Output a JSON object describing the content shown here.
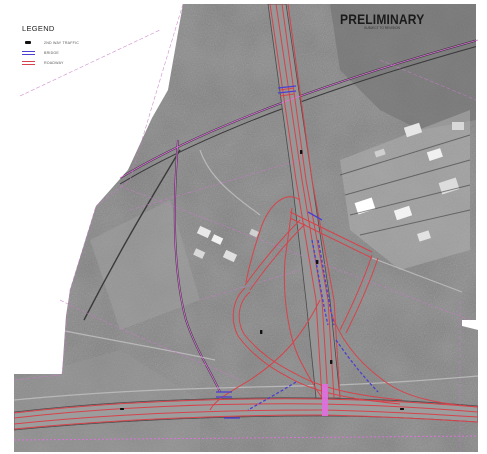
{
  "legend": {
    "title": "LEGEND",
    "items": [
      {
        "symbol": "direction-of-flow",
        "label": "2ND WAY TRAFFIC",
        "color": "#111111"
      },
      {
        "symbol": "double-line",
        "label": "BRIDGE",
        "color": "#4b3fd1"
      },
      {
        "symbol": "double-line",
        "label": "ROADWAY",
        "color": "#d6434b"
      }
    ]
  },
  "stamp": {
    "title": "PRELIMINARY",
    "subtitle": "SUBJECT TO REVISION"
  },
  "colors": {
    "roadway": "#d6434b",
    "bridge": "#4b3fd1",
    "rail": "#e06fe0",
    "parcel_line": "#c77ac7",
    "photo_base": "#8a8a8a"
  }
}
